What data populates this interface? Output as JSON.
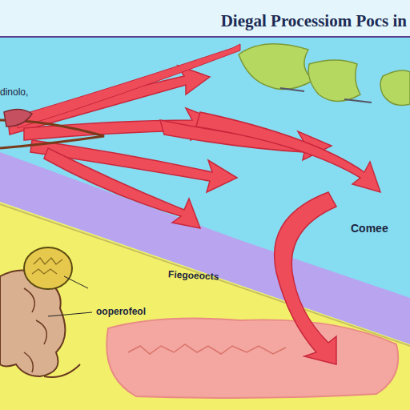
{
  "diagram": {
    "title": "Diegal Processiom Pocs in",
    "labels": [
      "dinolo,",
      "Comee",
      "Fiegoeocts",
      "ooperofeol"
    ]
  }
}
